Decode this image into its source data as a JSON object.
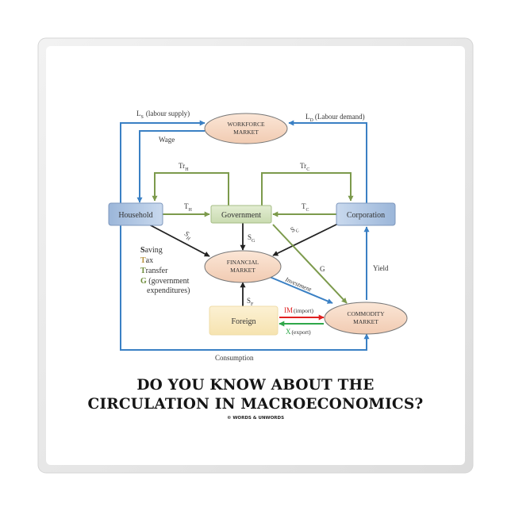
{
  "nodes": {
    "workforce": [
      "WORKFORCE",
      "MARKET"
    ],
    "household": "Household",
    "government": "Government",
    "corporation": "Corporation",
    "financial": [
      "FINANCIAL",
      "MARKET"
    ],
    "foreign": "Foreign",
    "commodity": [
      "COMMODITY",
      "MARKET"
    ]
  },
  "edges": {
    "ls": {
      "sym": "L",
      "sub": "S",
      "text": "(labour supply)"
    },
    "ld": {
      "sym": "L",
      "sub": "D",
      "text": "(Labour demand)"
    },
    "wage": "Wage",
    "trh": {
      "sym": "Tr",
      "sub": "H"
    },
    "trc": {
      "sym": "Tr",
      "sub": "C"
    },
    "th": {
      "sym": "T",
      "sub": "H"
    },
    "tc": {
      "sym": "T",
      "sub": "C"
    },
    "sh": {
      "sym": "S",
      "sub": "H"
    },
    "sg": {
      "sym": "S",
      "sub": "G"
    },
    "sc": {
      "sym": "S",
      "sub": "C"
    },
    "sf": {
      "sym": "S",
      "sub": "F"
    },
    "g": "G",
    "investment": "Investment",
    "yield": "Yield",
    "im": {
      "sym": "IM",
      "text": "(import)"
    },
    "x": {
      "sym": "X",
      "text": "(export)"
    },
    "consumption": "Consumption"
  },
  "legend": [
    {
      "initial": "S",
      "rest": "aving",
      "color": "#222222"
    },
    {
      "initial": "T",
      "rest": "ax",
      "color": "#b8923c"
    },
    {
      "initial": "T",
      "rest": "ransfer",
      "color": "#6d8c3a"
    },
    {
      "initial": "G",
      "rest": " (government",
      "color": "#6d8c3a"
    },
    {
      "initial": "",
      "rest": "expenditures)",
      "color": "#222222"
    }
  ],
  "colors": {
    "blue": "#3a80c4",
    "green": "#7c9a4c",
    "black": "#222222",
    "red": "#e02020",
    "export_green": "#2fa84a"
  },
  "headline": {
    "line1": "DO YOU KNOW ABOUT THE",
    "line2": "CIRCULATION IN MACROECONOMICS?"
  },
  "credit": "© WORDS & UNWORDS"
}
